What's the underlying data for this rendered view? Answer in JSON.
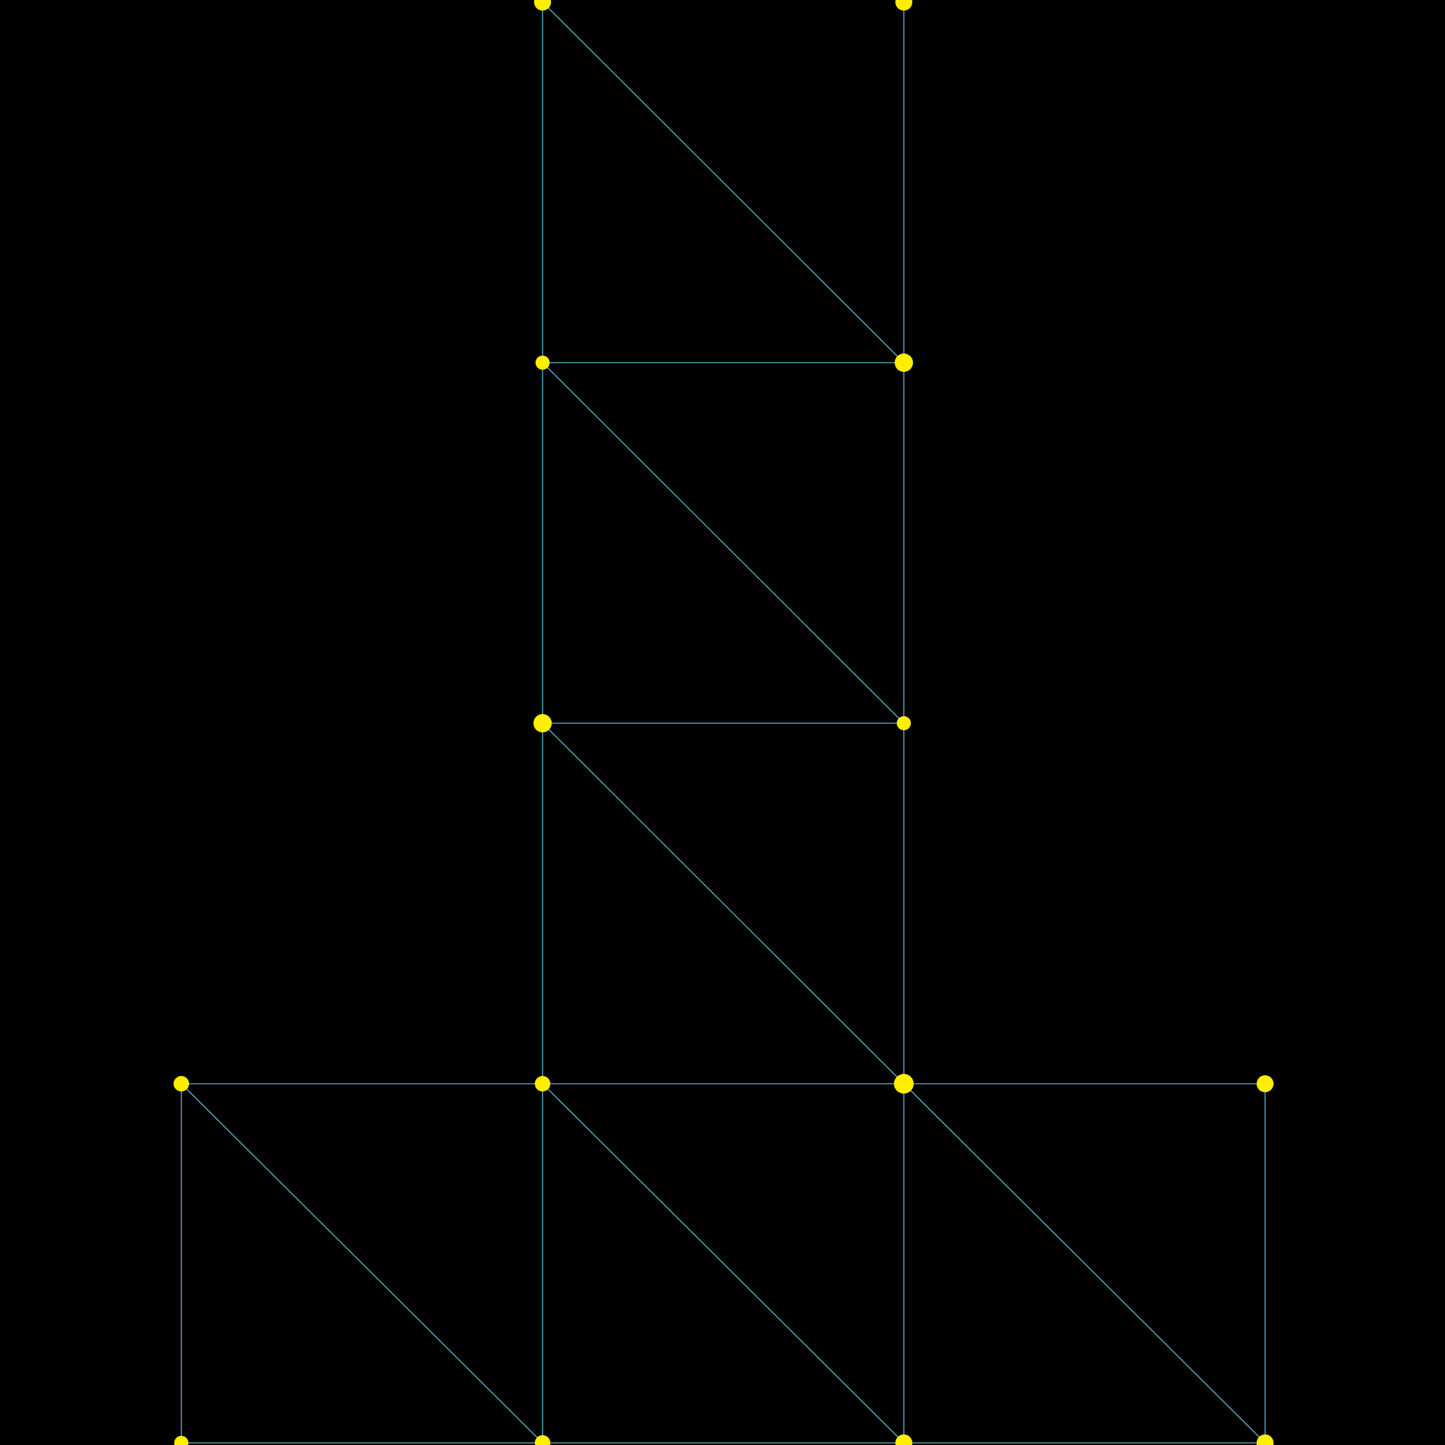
{
  "colors": {
    "background": "#000000",
    "edge": "#5fc4d8",
    "node": "#ffee00"
  },
  "mesh": {
    "nodes": [
      {
        "id": "n0",
        "col": 1,
        "row": 0
      },
      {
        "id": "n1",
        "col": 2,
        "row": 0
      },
      {
        "id": "n2",
        "col": 1,
        "row": 1
      },
      {
        "id": "n3",
        "col": 2,
        "row": 1
      },
      {
        "id": "n4",
        "col": 1,
        "row": 2
      },
      {
        "id": "n5",
        "col": 2,
        "row": 2
      },
      {
        "id": "n6",
        "col": 0,
        "row": 3
      },
      {
        "id": "n7",
        "col": 1,
        "row": 3
      },
      {
        "id": "n8",
        "col": 2,
        "row": 3
      },
      {
        "id": "n9",
        "col": 3,
        "row": 3
      },
      {
        "id": "n10",
        "col": 0,
        "row": 4
      },
      {
        "id": "n11",
        "col": 1,
        "row": 4
      },
      {
        "id": "n12",
        "col": 2,
        "row": 4
      },
      {
        "id": "n13",
        "col": 3,
        "row": 4
      }
    ],
    "edges": [
      [
        "n0",
        "n2"
      ],
      [
        "n1",
        "n3"
      ],
      [
        "n0",
        "n3"
      ],
      [
        "n2",
        "n3"
      ],
      [
        "n2",
        "n4"
      ],
      [
        "n3",
        "n5"
      ],
      [
        "n2",
        "n5"
      ],
      [
        "n4",
        "n5"
      ],
      [
        "n4",
        "n7"
      ],
      [
        "n5",
        "n8"
      ],
      [
        "n4",
        "n8"
      ],
      [
        "n6",
        "n7"
      ],
      [
        "n7",
        "n8"
      ],
      [
        "n8",
        "n9"
      ],
      [
        "n6",
        "n10"
      ],
      [
        "n7",
        "n11"
      ],
      [
        "n8",
        "n12"
      ],
      [
        "n9",
        "n13"
      ],
      [
        "n6",
        "n11"
      ],
      [
        "n7",
        "n12"
      ],
      [
        "n8",
        "n13"
      ],
      [
        "n10",
        "n11"
      ],
      [
        "n11",
        "n12"
      ],
      [
        "n12",
        "n13"
      ]
    ]
  }
}
